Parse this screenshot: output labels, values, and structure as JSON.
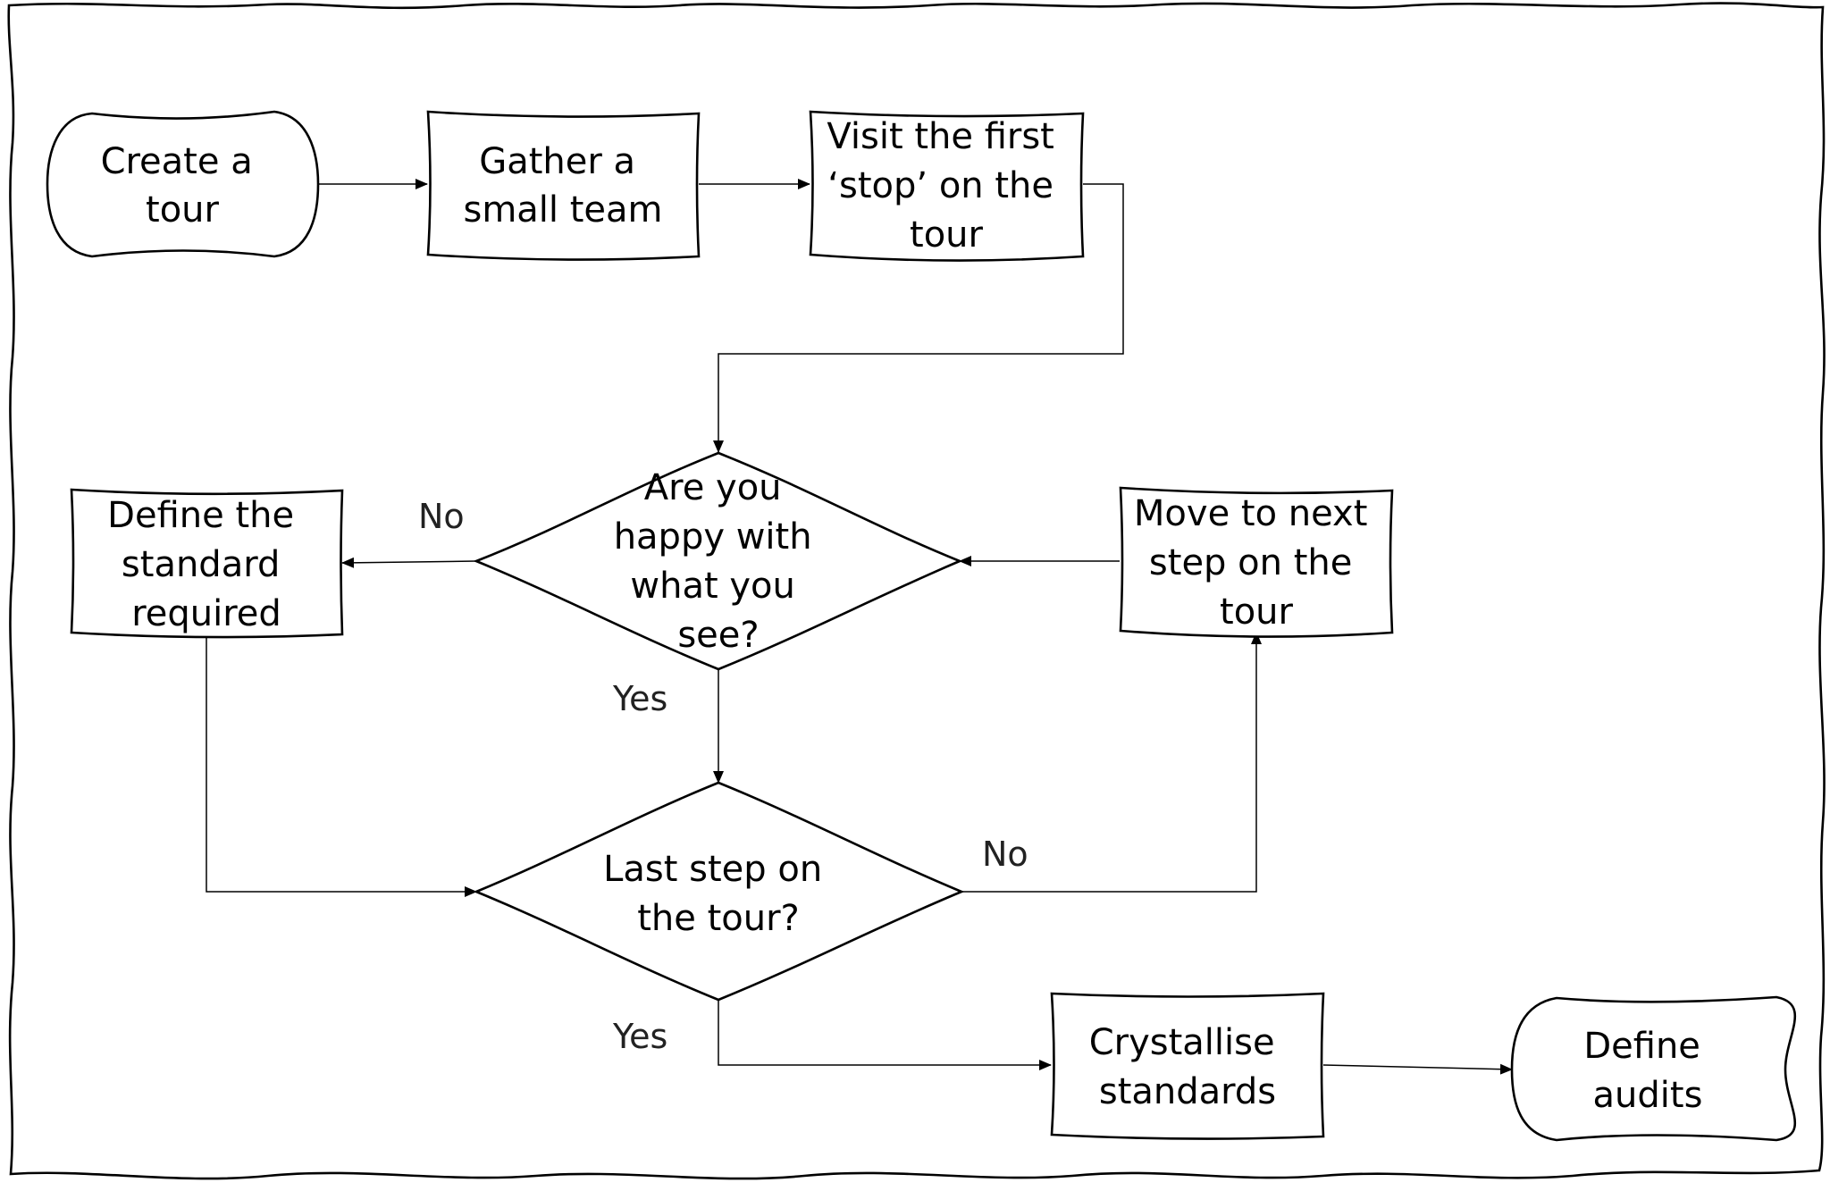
{
  "nodes": {
    "create_tour": {
      "lines": [
        "Create a",
        "tour"
      ]
    },
    "gather_team": {
      "lines": [
        "Gather a",
        "small team"
      ]
    },
    "visit_first_stop": {
      "lines": [
        "Visit the first",
        "‘stop’ on the",
        "tour"
      ]
    },
    "happy_question": {
      "lines": [
        "Are you",
        "happy with",
        "what you",
        "see?"
      ]
    },
    "define_standard": {
      "lines": [
        "Define the",
        "standard",
        "required"
      ]
    },
    "move_next_step": {
      "lines": [
        "Move to next",
        "step on the",
        "tour"
      ]
    },
    "last_step_question": {
      "lines": [
        "Last step on",
        "the tour?"
      ]
    },
    "crystallise_standards": {
      "lines": [
        "Crystallise",
        "standards"
      ]
    },
    "define_audits": {
      "lines": [
        "Define",
        "audits"
      ]
    }
  },
  "edge_labels": {
    "happy_no": "No",
    "happy_yes": "Yes",
    "last_no": "No",
    "last_yes": "Yes"
  }
}
